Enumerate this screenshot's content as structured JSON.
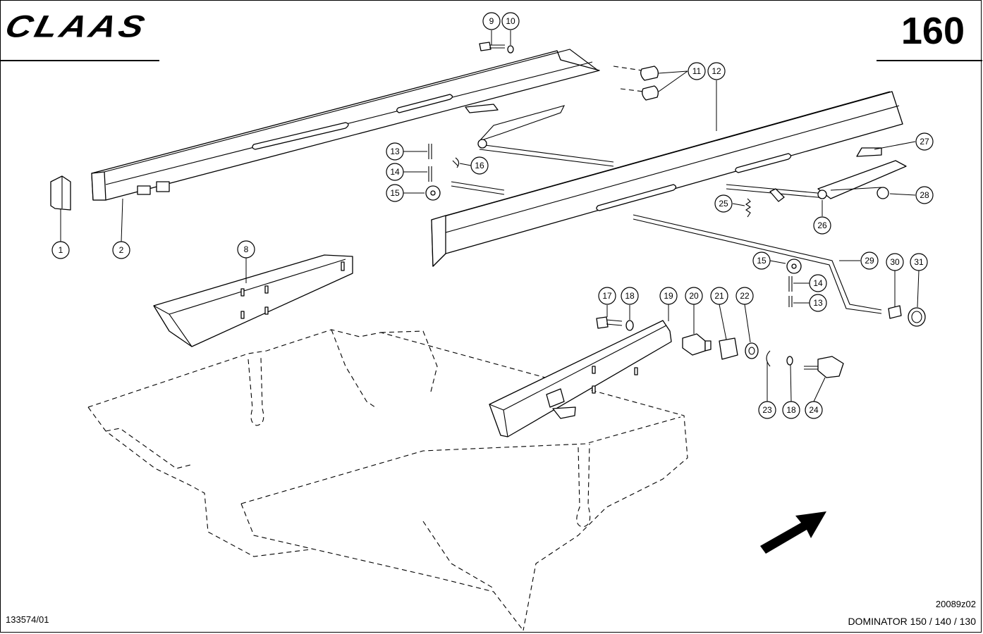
{
  "header": {
    "brand_logo": "CLAAS",
    "page_number": "160"
  },
  "footer": {
    "doc_number": "133574/01",
    "drawing_code": "20089z02",
    "model_line": "DOMINATOR 150 / 140 / 130"
  },
  "callouts": [
    {
      "id": "c1",
      "label": "1"
    },
    {
      "id": "c2",
      "label": "2"
    },
    {
      "id": "c8",
      "label": "8"
    },
    {
      "id": "c9",
      "label": "9"
    },
    {
      "id": "c10",
      "label": "10"
    },
    {
      "id": "c11",
      "label": "11"
    },
    {
      "id": "c12",
      "label": "12"
    },
    {
      "id": "c13a",
      "label": "13"
    },
    {
      "id": "c14a",
      "label": "14"
    },
    {
      "id": "c15a",
      "label": "15"
    },
    {
      "id": "c16",
      "label": "16"
    },
    {
      "id": "c17",
      "label": "17"
    },
    {
      "id": "c18a",
      "label": "18"
    },
    {
      "id": "c19",
      "label": "19"
    },
    {
      "id": "c20",
      "label": "20"
    },
    {
      "id": "c21",
      "label": "21"
    },
    {
      "id": "c22",
      "label": "22"
    },
    {
      "id": "c23",
      "label": "23"
    },
    {
      "id": "c18b",
      "label": "18"
    },
    {
      "id": "c24",
      "label": "24"
    },
    {
      "id": "c25",
      "label": "25"
    },
    {
      "id": "c26",
      "label": "26"
    },
    {
      "id": "c27",
      "label": "27"
    },
    {
      "id": "c28",
      "label": "28"
    },
    {
      "id": "c29",
      "label": "29"
    },
    {
      "id": "c30",
      "label": "30"
    },
    {
      "id": "c31",
      "label": "31"
    },
    {
      "id": "c15b",
      "label": "15"
    },
    {
      "id": "c14b",
      "label": "14"
    },
    {
      "id": "c13b",
      "label": "13"
    }
  ]
}
